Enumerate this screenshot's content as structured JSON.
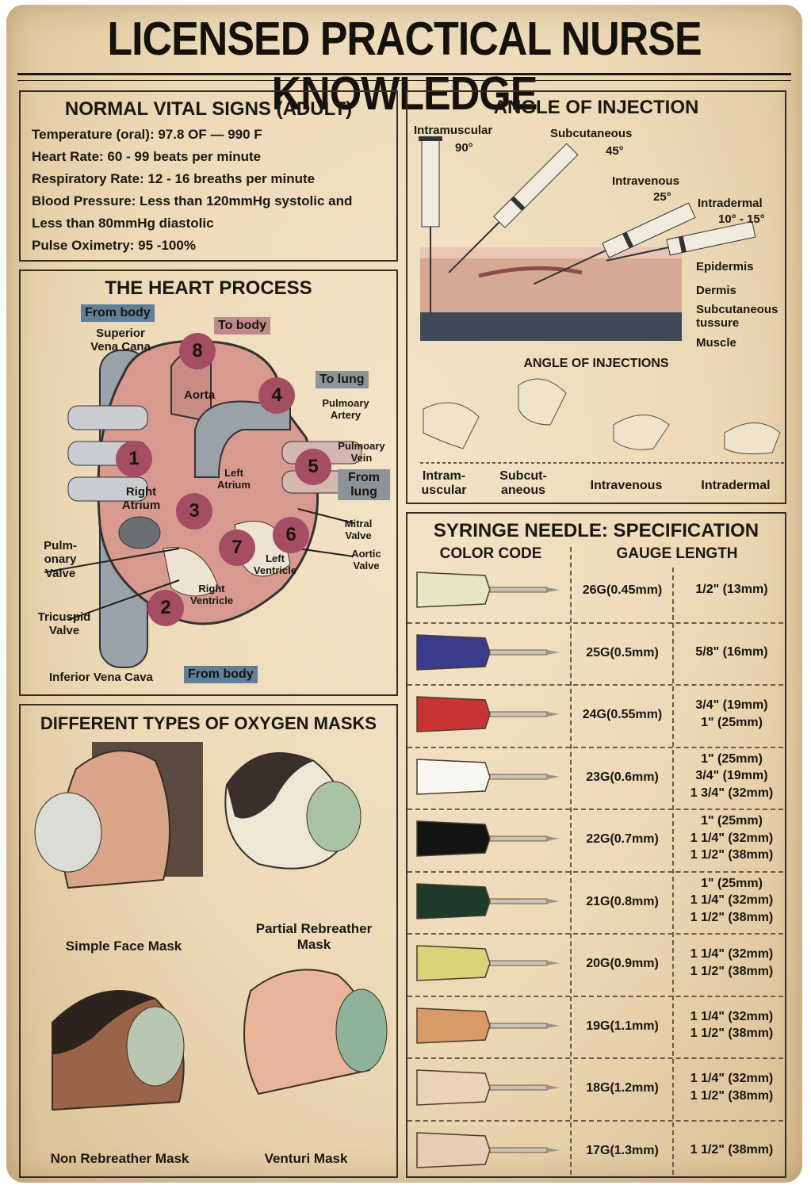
{
  "title": "LICENSED PRACTICAL NURSE KNOWLEDGE",
  "vitals": {
    "heading": "NORMAL VITAL SIGNS (ADULT)",
    "lines": [
      "Temperature (oral): 97.8 OF — 990 F",
      "Heart Rate: 60 - 99 beats per minute",
      "Respiratory Rate: 12 - 16 breaths per minute",
      "Blood Pressure: Less than 120mmHg systolic and",
      "Less than 80mmHg diastolic",
      "Pulse Oximetry: 95 -100%"
    ]
  },
  "injection": {
    "heading": "ANGLE OF INJECTION",
    "intramuscular": "Intramuscular",
    "im_angle": "90°",
    "subcutaneous": "Subcutaneous",
    "sc_angle": "45°",
    "intravenous": "Intravenous",
    "iv_angle": "25°",
    "intradermal": "Intradermal",
    "id_angle": "10° - 15°",
    "layers": [
      "Epidermis",
      "Dermis",
      "Subcutaneous tussure",
      "Muscle"
    ],
    "subheading": "ANGLE OF INJECTIONS",
    "bottom_labels": [
      "Intram- uscular",
      "Subcut- aneous",
      "Intravenous",
      "Intradermal"
    ]
  },
  "heart": {
    "heading": "THE HEART PROCESS",
    "from_body_top": "From body",
    "svc": "Superior Vena Cana",
    "to_body": "To body",
    "aorta": "Aorta",
    "to_lung": "To lung",
    "pulmonary_artery": "Pulmoary Artery",
    "pulmonary_vein": "Pulmoary Vein",
    "from_lung": "From lung",
    "left_atrium": "Left Atrium",
    "right_atrium": "Right Atrium",
    "mitral_valve": "Mitral Valve",
    "aortic_valve": "Aortic Valve",
    "left_ventricle": "Left Ventricle",
    "right_ventricle": "Right Ventricle",
    "pulmonary_valve": "Pulm- onary Valve",
    "tricuspid_valve": "Tricuspid Valve",
    "ivc": "Inferior Vena Cava",
    "from_body_bottom": "From body",
    "steps": [
      "1",
      "2",
      "3",
      "4",
      "5",
      "6",
      "7",
      "8"
    ]
  },
  "masks": {
    "heading": "DIFFERENT TYPES OF OXYGEN MASKS",
    "labels": [
      "Simple Face Mask",
      "Partial Rebreather Mask",
      "Non Rebreather Mask",
      "Venturi Mask"
    ]
  },
  "syringe": {
    "heading": "SYRINGE NEEDLE: SPECIFICATION",
    "col_color": "COLOR CODE",
    "col_gauge": "GAUGE LENGTH",
    "rows": [
      {
        "color": "#e4e6c4",
        "gauge": "26G(0.45mm)",
        "length": "1/2\" (13mm)"
      },
      {
        "color": "#3b3a8c",
        "gauge": "25G(0.5mm)",
        "length": "5/8\" (16mm)"
      },
      {
        "color": "#c83434",
        "gauge": "24G(0.55mm)",
        "length": "3/4\" (19mm)\n1\" (25mm)"
      },
      {
        "color": "#f8f6f0",
        "gauge": "23G(0.6mm)",
        "length": "1\" (25mm)\n3/4\" (19mm)\n1 3/4\" (32mm)"
      },
      {
        "color": "#141414",
        "gauge": "22G(0.7mm)",
        "length": "1\" (25mm)\n1 1/4\" (32mm)\n1 1/2\" (38mm)"
      },
      {
        "color": "#1d3a2a",
        "gauge": "21G(0.8mm)",
        "length": "1\" (25mm)\n1 1/4\" (32mm)\n1 1/2\" (38mm)"
      },
      {
        "color": "#d9d37a",
        "gauge": "20G(0.9mm)",
        "length": "1 1/4\" (32mm)\n1 1/2\" (38mm)"
      },
      {
        "color": "#d89a66",
        "gauge": "19G(1.1mm)",
        "length": "1 1/4\" (32mm)\n1 1/2\" (38mm)"
      },
      {
        "color": "#ead3b8",
        "gauge": "18G(1.2mm)",
        "length": "1 1/4\" (32mm)\n1 1/2\" (38mm)"
      },
      {
        "color": "#e6cdb4",
        "gauge": "17G(1.3mm)",
        "length": "1 1/2\" (38mm)"
      }
    ]
  }
}
